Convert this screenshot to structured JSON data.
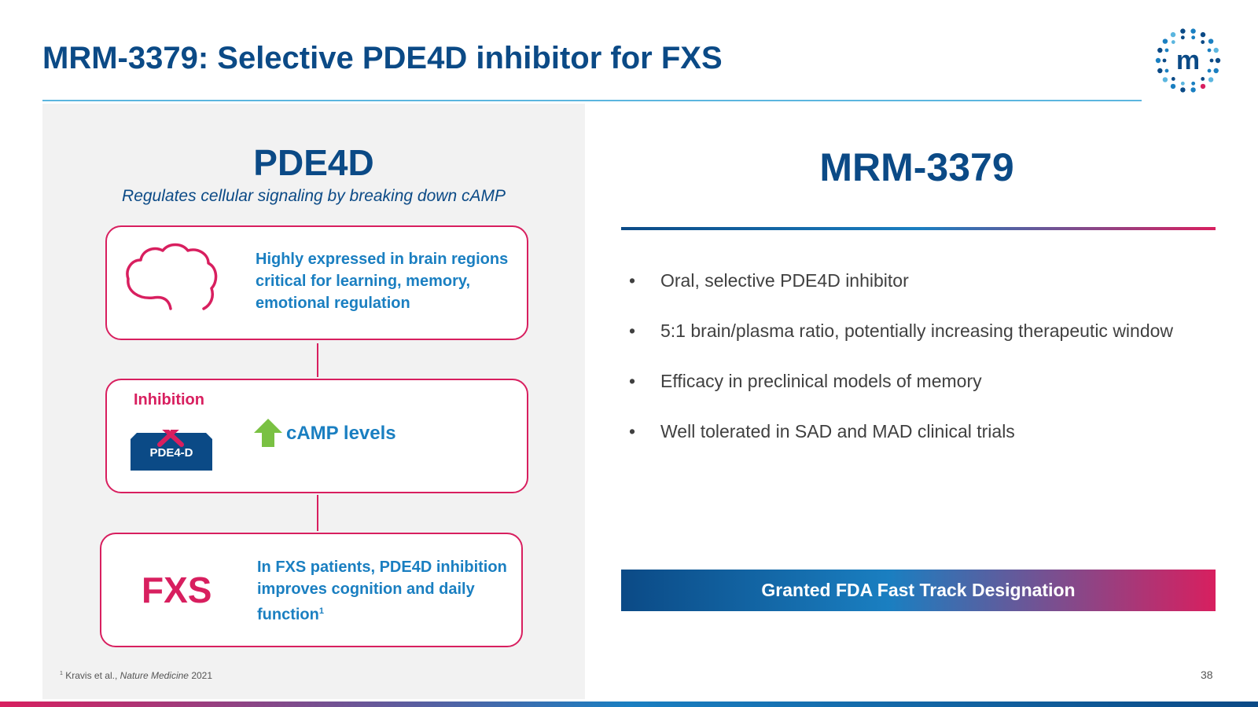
{
  "slide": {
    "title": "MRM-3379: Selective PDE4D inhibitor for FXS",
    "page_number": "38"
  },
  "logo": {
    "letter": "m",
    "icon": "company-logo-icon"
  },
  "left": {
    "heading": "PDE4D",
    "subheading": "Regulates cellular signaling by breaking down cAMP",
    "box1": {
      "icon": "brain-icon",
      "text": "Highly expressed in brain regions critical for learning, memory, emotional regulation"
    },
    "box2": {
      "inhibition_label": "Inhibition",
      "block_label": "PDE4-D",
      "arrow_icon": "arrow-up-icon",
      "camp_text": "cAMP levels"
    },
    "box3": {
      "label": "FXS",
      "text": "In FXS patients, PDE4D inhibition improves cognition and daily function",
      "superscript": "1"
    }
  },
  "footnote": {
    "mark": "1",
    "prefix": "Kravis et al., ",
    "journal": "Nature Medicine",
    "year": " 2021"
  },
  "right": {
    "heading": "MRM-3379",
    "bullet_symbol": "•",
    "bullets": [
      "Oral, selective PDE4D inhibitor",
      "5:1 brain/plasma ratio, potentially increasing therapeutic window",
      "Efficacy in preclinical models of memory",
      "Well tolerated in SAD and MAD clinical trials"
    ],
    "banner": "Granted FDA Fast Track Designation"
  },
  "colors": {
    "navy": "#0b4a86",
    "blue": "#1a7fc1",
    "magenta": "#d81f5f",
    "green": "#7ac143",
    "panel": "#f2f2f2"
  }
}
